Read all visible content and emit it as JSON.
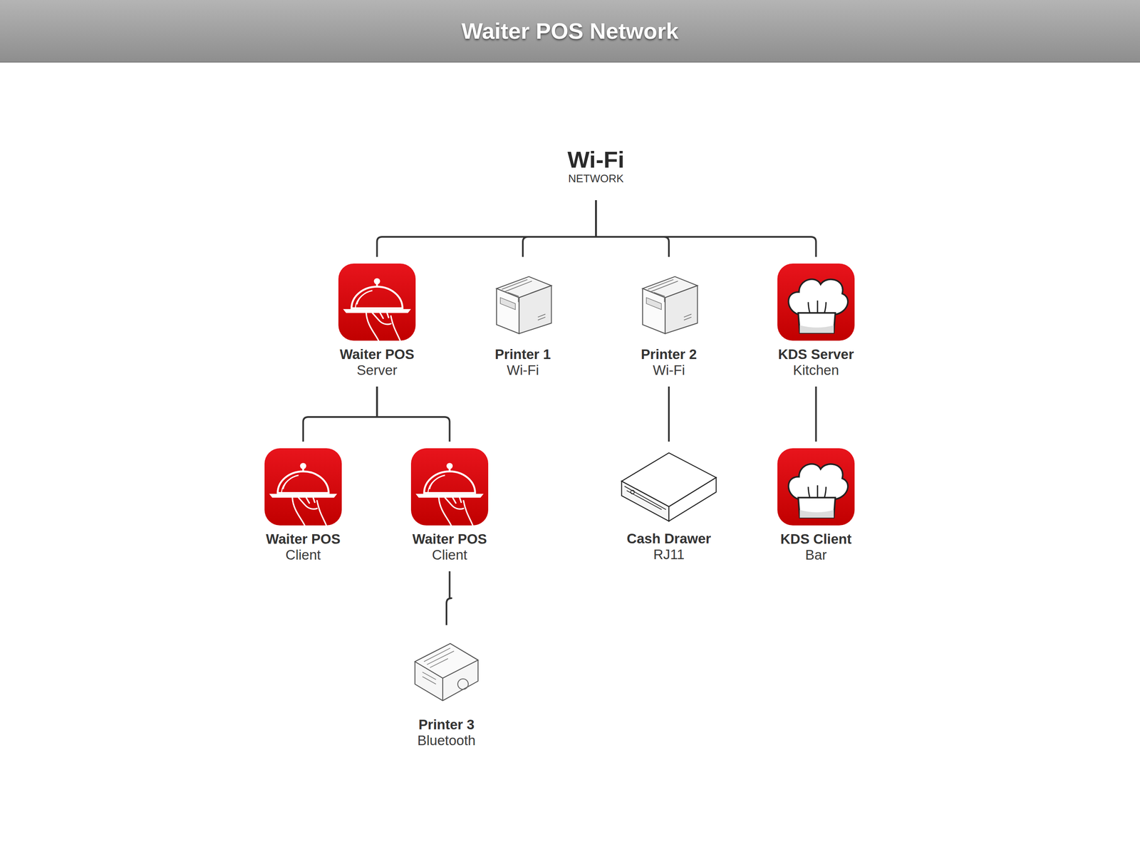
{
  "diagram": {
    "title": "Waiter POS Network",
    "nodes": [
      {
        "text": [
          "Wi-Fi",
          "NETWORK"
        ]
      },
      {
        "text": [
          "Waiter POS",
          "Server"
        ]
      },
      {
        "text": [
          "Printer 1",
          "Wi-Fi"
        ]
      },
      {
        "text": [
          "Printer 2",
          "Wi-Fi"
        ]
      },
      {
        "text": [
          "KDS Server",
          "Kitchen"
        ]
      },
      {
        "text": [
          "Waiter POS",
          "Client"
        ]
      },
      {
        "text": [
          "Waiter POS",
          "Client"
        ]
      },
      {
        "text": [
          "Cash Drawer",
          "RJ11"
        ]
      },
      {
        "text": [
          "KDS Client",
          "Bar"
        ]
      },
      {
        "text": [
          "Printer 3",
          "Bluetooth"
        ]
      }
    ],
    "edges": [
      {
        "from": 0,
        "to": 1,
        "arrow": "none"
      },
      {
        "from": 0,
        "to": 2,
        "arrow": "none"
      },
      {
        "from": 0,
        "to": 3,
        "arrow": "none"
      },
      {
        "from": 0,
        "to": 4,
        "arrow": "none"
      },
      {
        "from": 1,
        "to": 5,
        "arrow": "none"
      },
      {
        "from": 1,
        "to": 6,
        "arrow": "none"
      },
      {
        "from": 3,
        "to": 7,
        "arrow": "none"
      },
      {
        "from": 4,
        "to": 8,
        "arrow": "none"
      },
      {
        "from": 6,
        "to": 9,
        "arrow": "none"
      }
    ]
  }
}
